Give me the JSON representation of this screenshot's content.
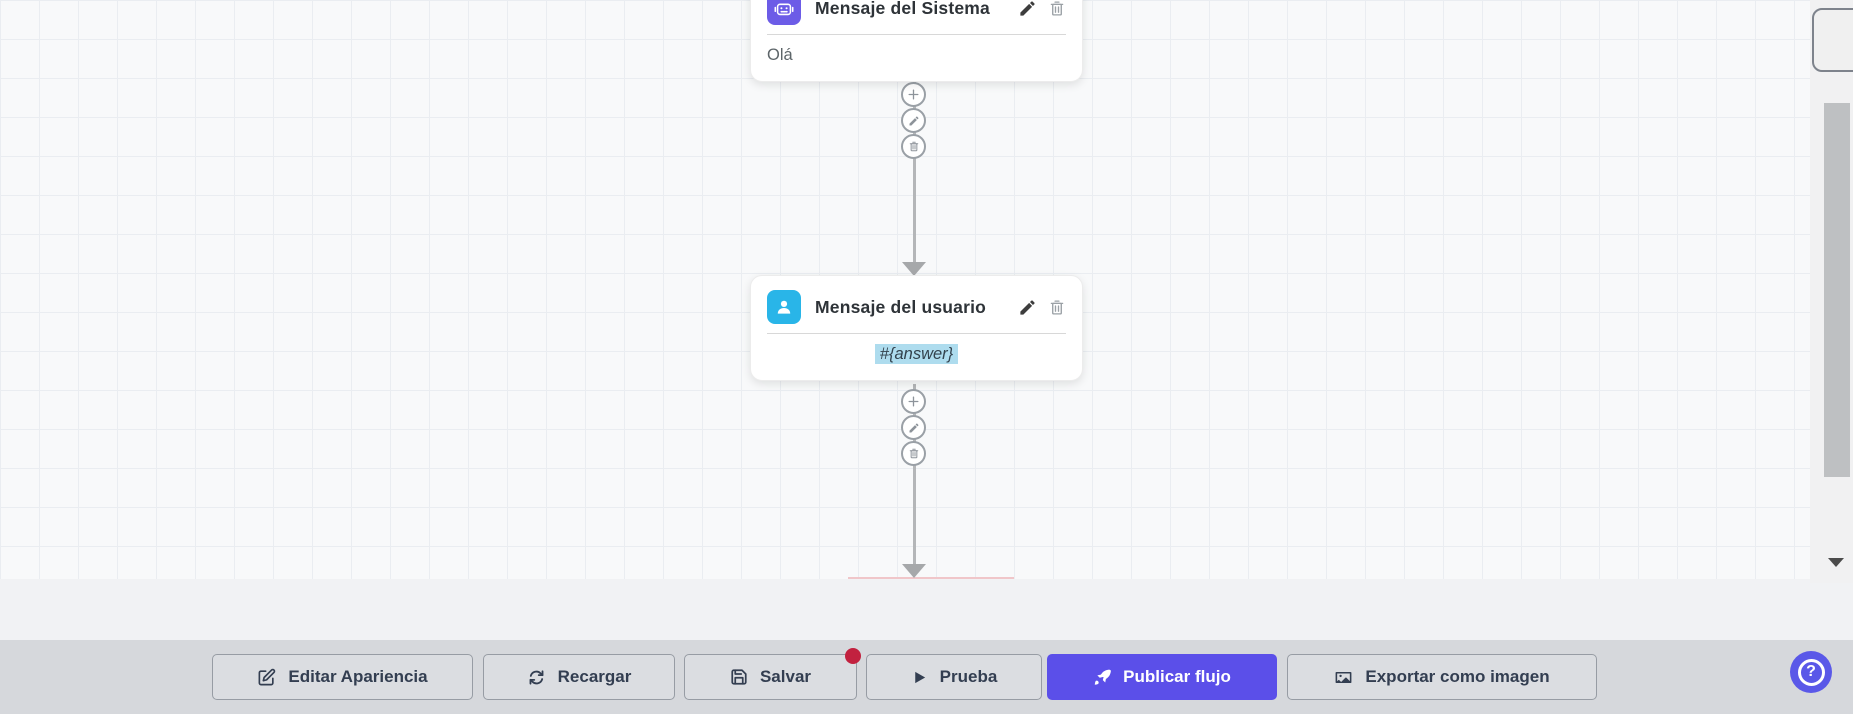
{
  "canvas": {
    "system_node": {
      "title": "Mensaje del Sistema",
      "body": "Olá"
    },
    "user_node": {
      "title": "Mensaje del usuario",
      "body": "#{answer}"
    }
  },
  "connector_actions": {
    "add": "+",
    "edit": "edit",
    "delete": "delete"
  },
  "toolbar": {
    "edit_appearance": "Editar Apariencia",
    "reload": "Recargar",
    "save": "Salvar",
    "test": "Prueba",
    "publish": "Publicar flujo",
    "export_image": "Exportar como imagen",
    "save_has_unsaved_changes_badge": true
  },
  "help": {
    "label": "?"
  },
  "colors": {
    "accent": "#5B4FE9",
    "system_icon_bg": "#6C5CE7",
    "user_icon_bg": "#29B5E8",
    "unsaved_badge": "#C2213F",
    "variable_highlight": "#AEDCEE",
    "toolbar_bg": "#D6D8DC",
    "canvas_bg": "#F8F9FA"
  }
}
